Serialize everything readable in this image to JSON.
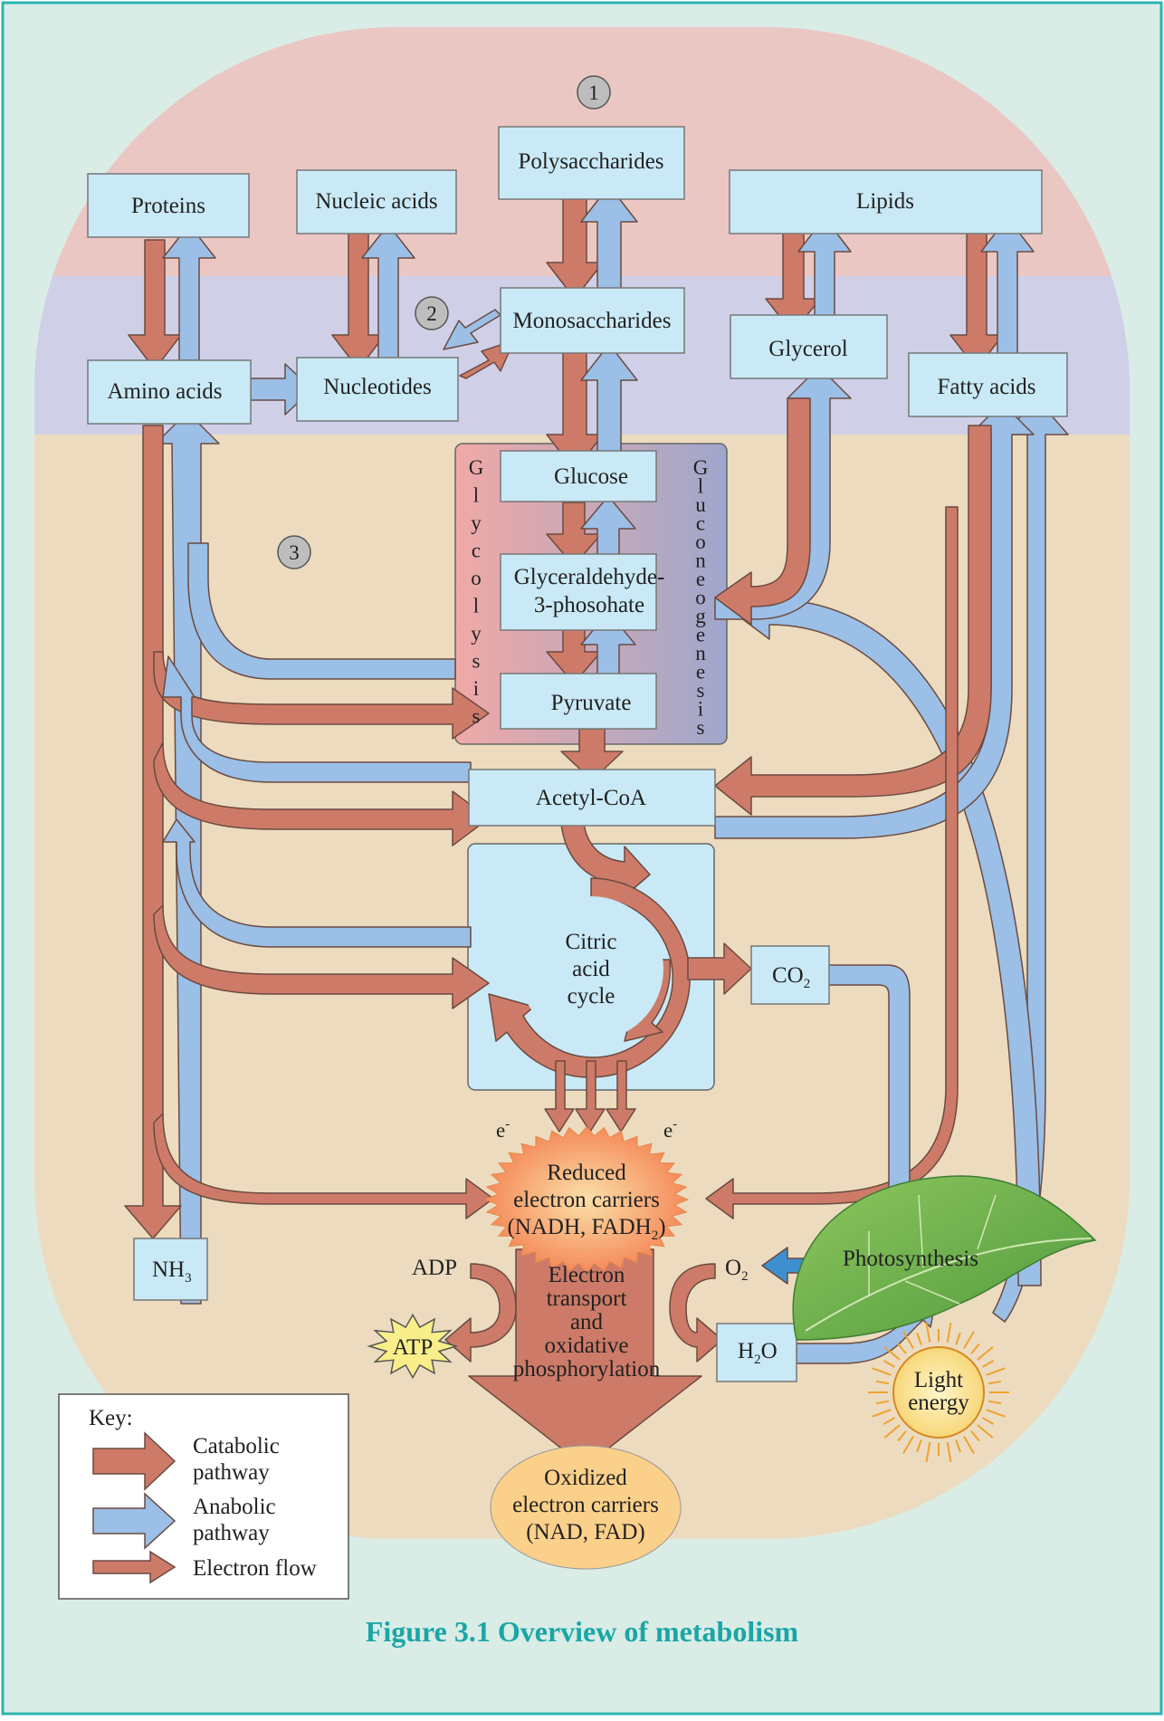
{
  "colors": {
    "background": "#d9ece6",
    "frame": "#2bb5b0",
    "zone1": "#ebc7c3",
    "zone2": "#cfd0e8",
    "zone3": "#ecdbbf",
    "box": "#c9e9f6",
    "catabolic": "#cd7b68",
    "anabolic": "#9bbfe6",
    "caption": "#1aa6a6"
  },
  "zones": {
    "one": "1",
    "two": "2",
    "three": "3"
  },
  "boxes": {
    "polysaccharides": "Polysaccharides",
    "proteins": "Proteins",
    "nucleic_acids": "Nucleic acids",
    "lipids": "Lipids",
    "monosaccharides": "Monosaccharides",
    "glycerol": "Glycerol",
    "amino_acids": "Amino acids",
    "nucleotides": "Nucleotides",
    "fatty_acids": "Fatty acids",
    "glucose": "Glucose",
    "glyceraldehyde_1": "Glyceraldehyde-",
    "glyceraldehyde_2": "3-phosohate",
    "pyruvate": "Pyruvate",
    "acetyl_coa": "Acetyl-CoA",
    "citric_1": "Citric",
    "citric_2": "acid",
    "citric_3": "cycle",
    "co2": "CO",
    "co2_sub": "2",
    "nh3": "NH",
    "nh3_sub": "3",
    "h2o_a": "H",
    "h2o_sub": "2",
    "h2o_b": "O",
    "o2": "O",
    "o2_sub": "2"
  },
  "vertical_labels": {
    "glycolysis": [
      "G",
      "l",
      "y",
      "c",
      "o",
      "l",
      "y",
      "s",
      "i",
      "s"
    ],
    "gluconeogenesis": [
      "G",
      "l",
      "u",
      "c",
      "o",
      "n",
      "e",
      "o",
      "g",
      "e",
      "n",
      "e",
      "s",
      "i",
      "s"
    ]
  },
  "electrons": {
    "left": "e",
    "right": "e",
    "sup": "-"
  },
  "reduced": {
    "line1": "Reduced",
    "line2": "electron carriers",
    "line3": "(NADH, FADH",
    "sub": "2",
    "close": ")"
  },
  "transport": {
    "line1": "Electron",
    "line2": "transport",
    "line3": "and",
    "line4": "oxidative",
    "line5": "phosphorylation"
  },
  "oxidized": {
    "line1": "Oxidized",
    "line2": "electron carriers",
    "line3": "(NAD, FAD)"
  },
  "adp": "ADP",
  "atp": "ATP",
  "photosynthesis": "Photosynthesis",
  "light": {
    "line1": "Light",
    "line2": "energy"
  },
  "key": {
    "title": "Key:",
    "catabolic_1": "Catabolic",
    "catabolic_2": "pathway",
    "anabolic_1": "Anabolic",
    "anabolic_2": "pathway",
    "electron": "Electron flow"
  },
  "caption": "Figure 3.1 Overview of metabolism"
}
